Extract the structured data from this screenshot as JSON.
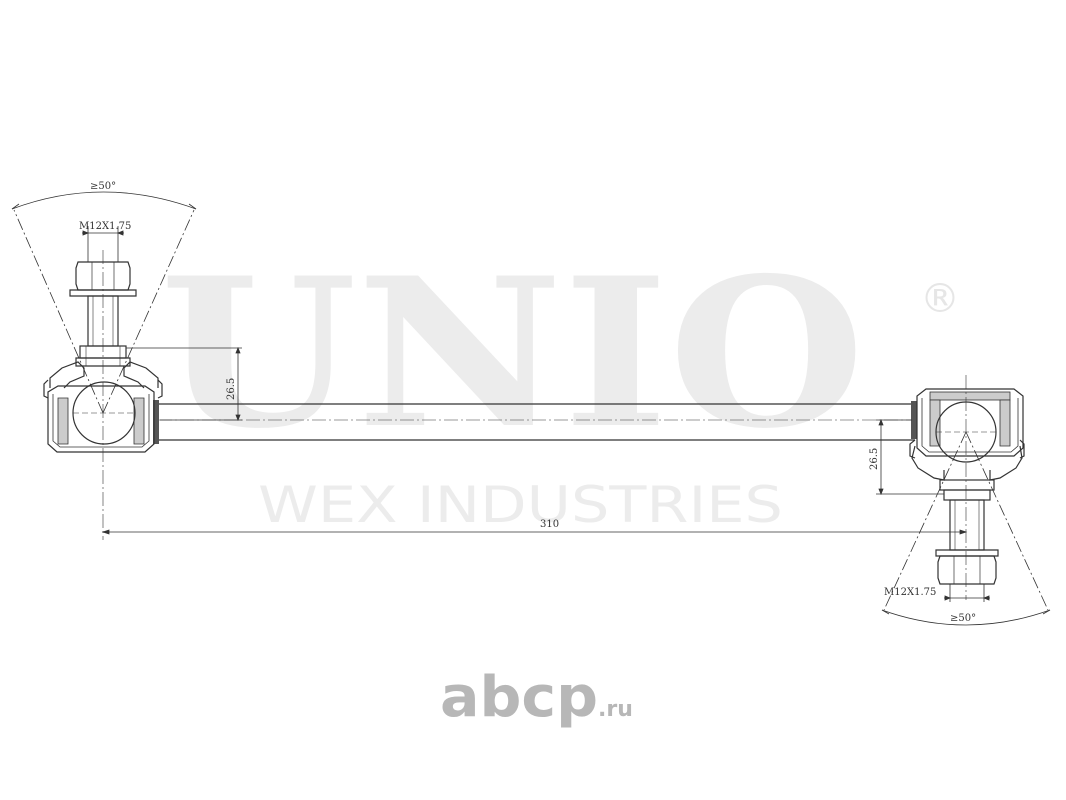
{
  "watermark": {
    "brand": "UNIO",
    "registered": "®",
    "subtitle": "WEX INDUSTRIES"
  },
  "dimensions": {
    "left_angle": "≥50°",
    "left_thread": "M12X1.75",
    "left_height": "26.5",
    "length": "310",
    "right_height": "26.5",
    "right_thread": "M12X1.75",
    "right_angle": "≥50°"
  },
  "logo": {
    "main": "abcp",
    "suffix": ".ru"
  },
  "colors": {
    "line": "#333333",
    "watermark": "#e9e9e9",
    "logo": "#b7b7b7"
  }
}
